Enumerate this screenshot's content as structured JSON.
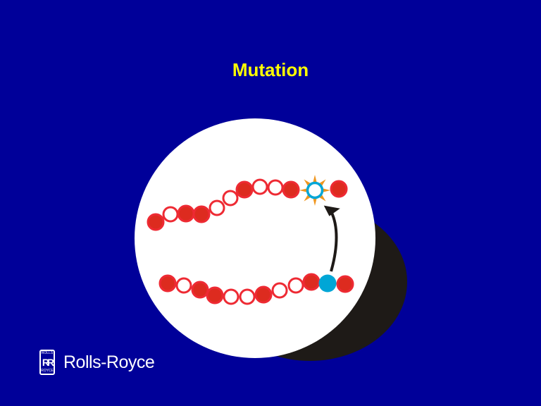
{
  "slide": {
    "title": "Mutation"
  },
  "logo": {
    "brand": "Rolls-Royce",
    "badge_top": "ROLLS",
    "badge_mark": "RR",
    "badge_bottom": "ROYCE"
  },
  "diagram": {
    "top_chain": [
      "filled",
      "open",
      "filled",
      "filled",
      "open",
      "open",
      "filled",
      "open",
      "open",
      "filled",
      "mutant",
      "filled"
    ],
    "bottom_chain": [
      "filled",
      "open",
      "filled",
      "filled",
      "open",
      "open",
      "filled",
      "open",
      "open",
      "filled",
      "cyan",
      "filled"
    ],
    "colors": {
      "background": "#000099",
      "title": "#ffff00",
      "red": "#ee2a33",
      "red_fill": "#dd2b1f",
      "cyan": "#00a6d6",
      "star": "#f0961e",
      "shadow": "#1e1a17",
      "cell": "#ffffff"
    }
  }
}
